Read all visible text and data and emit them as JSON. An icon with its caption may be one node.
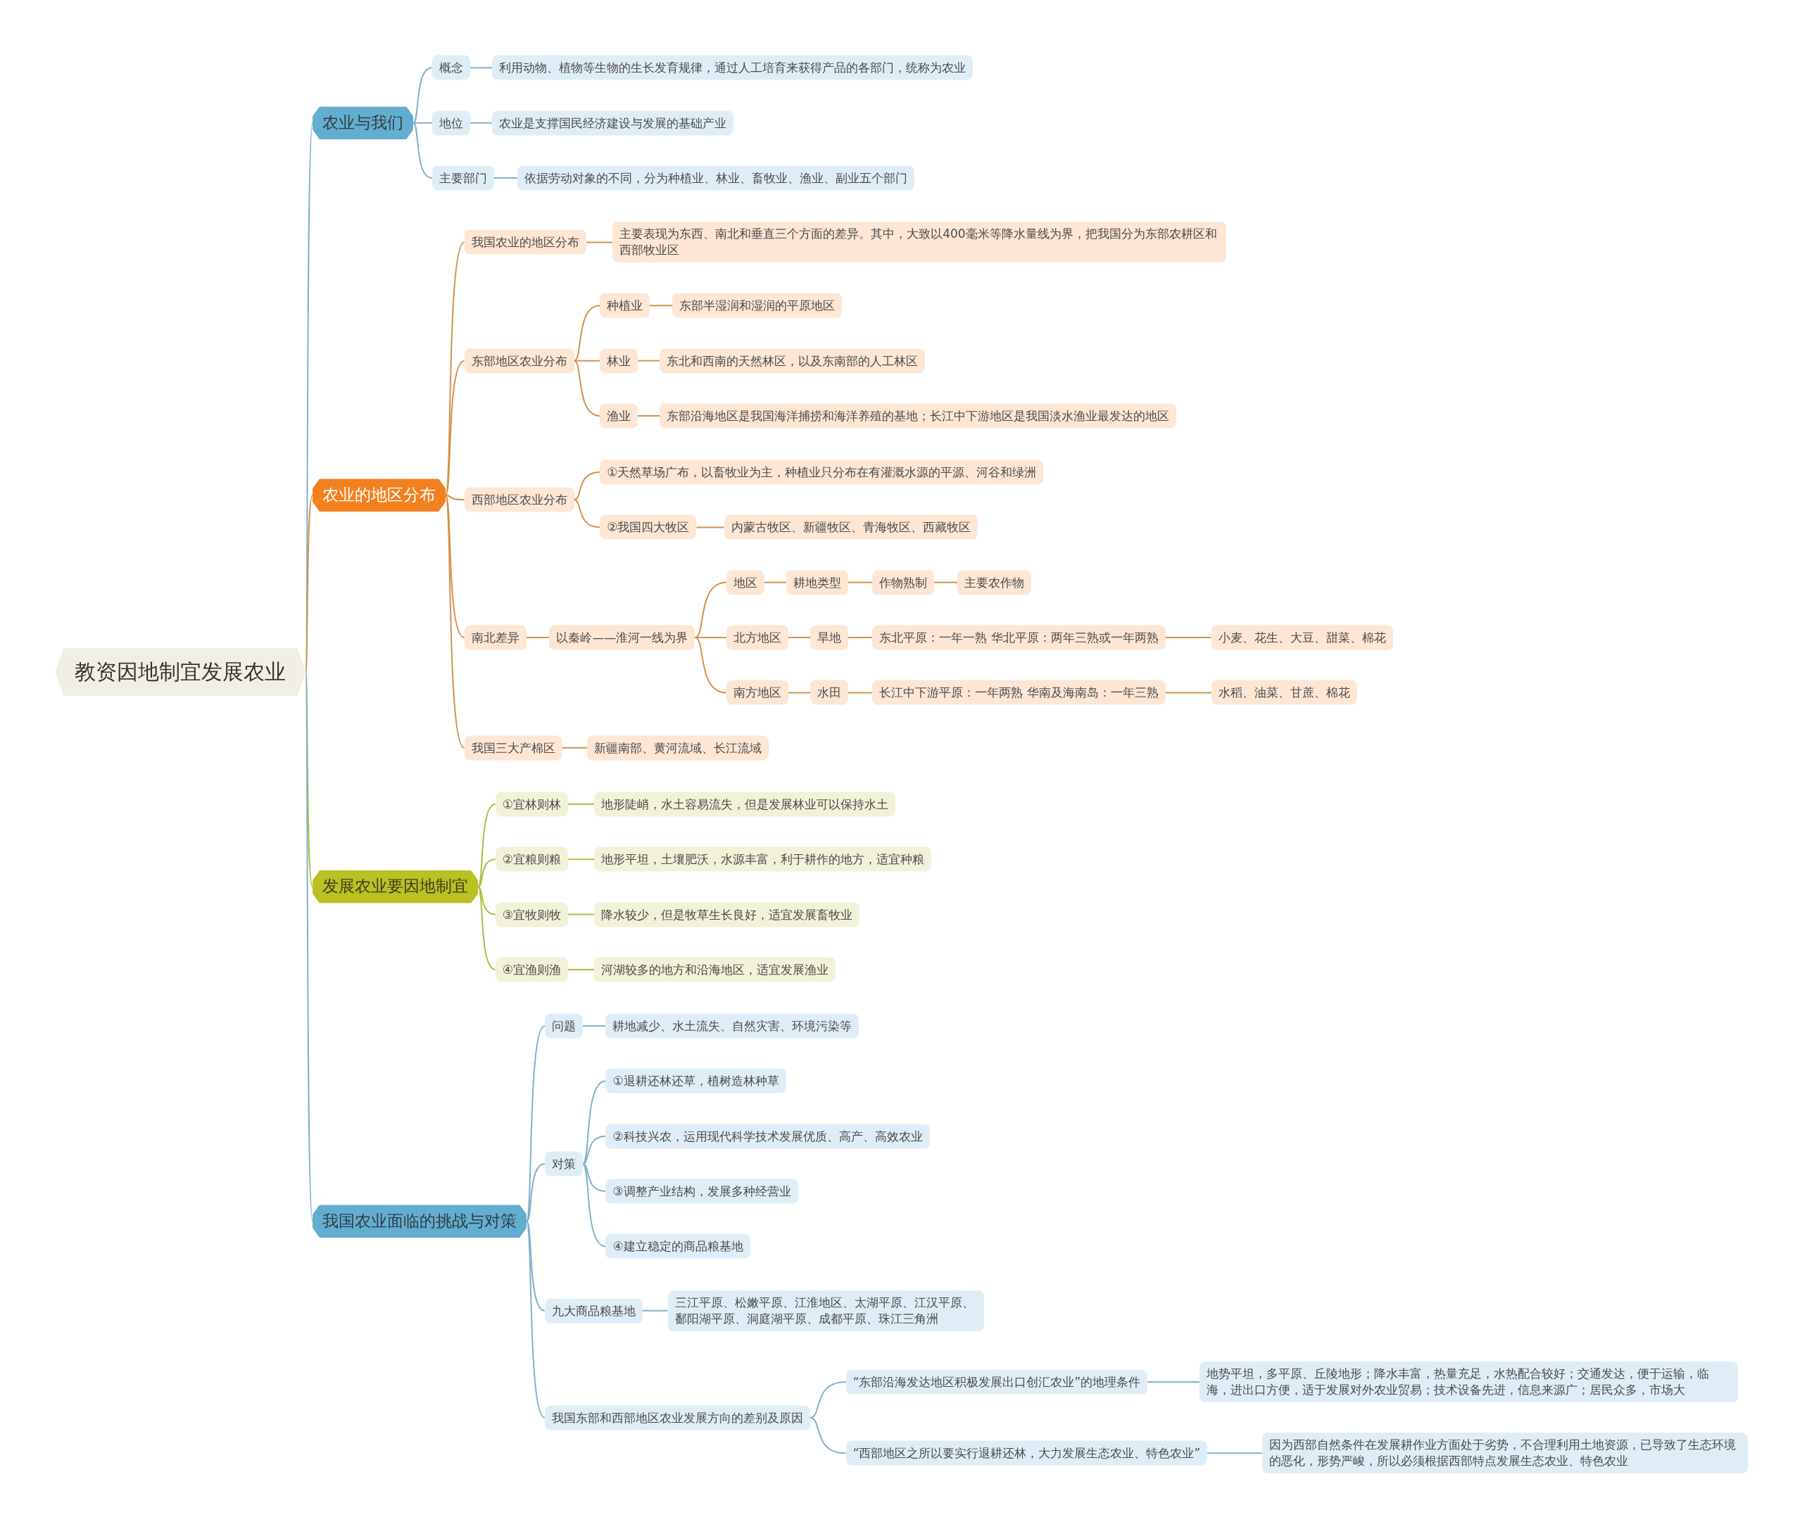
{
  "diagram": {
    "nodes": [
      {
        "text": [
          "教资因地制宜发展农业"
        ]
      },
      {
        "text": [
          "农业与我们"
        ]
      },
      {
        "text": [
          "概念"
        ]
      },
      {
        "text": [
          "利用动物、植物等生物的生长发育规律，通过人工培育来获得产品的各部门，统称为农业"
        ]
      },
      {
        "text": [
          "地位"
        ]
      },
      {
        "text": [
          "农业是支撑国民经济建设与发展的基础产业"
        ]
      },
      {
        "text": [
          "主要部门"
        ]
      },
      {
        "text": [
          "依据劳动对象的不同，分为种植业、林业、畜牧业、渔业、副业五个部门"
        ]
      },
      {
        "text": [
          "农业的地区分布"
        ]
      },
      {
        "text": [
          "我国农业的地区分布"
        ]
      },
      {
        "text": [
          "主要表现为东西、南北和垂直三个方面的差异。其中，大致以400毫米等降水量线为界，把我国分为东部农耕区和西部牧业区"
        ]
      },
      {
        "text": [
          "东部地区农业分布"
        ]
      },
      {
        "text": [
          "种植业"
        ]
      },
      {
        "text": [
          "东部半湿润和湿润的平原地区"
        ]
      },
      {
        "text": [
          "林业"
        ]
      },
      {
        "text": [
          "东北和西南的天然林区，以及东南部的人工林区"
        ]
      },
      {
        "text": [
          "渔业"
        ]
      },
      {
        "text": [
          "东部沿海地区是我国海洋捕捞和海洋养殖的基地；长江中下游地区是我国淡水渔业最发达的地区"
        ]
      },
      {
        "text": [
          "西部地区农业分布"
        ]
      },
      {
        "text": [
          "①天然草场广布，以畜牧业为主，种植业只分布在有灌溉水源的平源、河谷和绿洲"
        ]
      },
      {
        "text": [
          "②我国四大牧区"
        ]
      },
      {
        "text": [
          "内蒙古牧区、新疆牧区、青海牧区、西藏牧区"
        ]
      },
      {
        "text": [
          "南北差异"
        ]
      },
      {
        "text": [
          "以秦岭——淮河一线为界"
        ]
      },
      {
        "text": [
          "地区"
        ]
      },
      {
        "text": [
          "耕地类型"
        ]
      },
      {
        "text": [
          "作物熟制"
        ]
      },
      {
        "text": [
          "主要农作物"
        ]
      },
      {
        "text": [
          "北方地区"
        ]
      },
      {
        "text": [
          "旱地"
        ]
      },
      {
        "text": [
          "东北平原：一年一熟 华北平原：两年三熟或一年两熟"
        ]
      },
      {
        "text": [
          "小麦、花生、大豆、甜菜、棉花"
        ]
      },
      {
        "text": [
          "南方地区"
        ]
      },
      {
        "text": [
          "水田"
        ]
      },
      {
        "text": [
          "长江中下游平原：一年两熟 华南及海南岛：一年三熟"
        ]
      },
      {
        "text": [
          "水稻、油菜、甘蔗、棉花"
        ]
      },
      {
        "text": [
          "我国三大产棉区"
        ]
      },
      {
        "text": [
          "新疆南部、黄河流域、长江流域"
        ]
      },
      {
        "text": [
          "发展农业要因地制宜"
        ]
      },
      {
        "text": [
          "①宜林则林"
        ]
      },
      {
        "text": [
          "地形陡峭，水土容易流失，但是发展林业可以保持水土"
        ]
      },
      {
        "text": [
          "②宜粮则粮"
        ]
      },
      {
        "text": [
          "地形平坦，土壤肥沃，水源丰富，利于耕作的地方，适宜种粮"
        ]
      },
      {
        "text": [
          "③宜牧则牧"
        ]
      },
      {
        "text": [
          "降水较少，但是牧草生长良好，适宜发展畜牧业"
        ]
      },
      {
        "text": [
          "④宜渔则渔"
        ]
      },
      {
        "text": [
          "河湖较多的地方和沿海地区，适宜发展渔业"
        ]
      },
      {
        "text": [
          "我国农业面临的挑战与对策"
        ]
      },
      {
        "text": [
          "问题"
        ]
      },
      {
        "text": [
          "耕地减少、水土流失、自然灾害、环境污染等"
        ]
      },
      {
        "text": [
          "对策"
        ]
      },
      {
        "text": [
          "①退耕还林还草，植树造林种草"
        ]
      },
      {
        "text": [
          "②科技兴农，运用现代科学技术发展优质、高产、高效农业"
        ]
      },
      {
        "text": [
          "③调整产业结构，发展多种经营业"
        ]
      },
      {
        "text": [
          "④建立稳定的商品粮基地"
        ]
      },
      {
        "text": [
          "九大商品粮基地"
        ]
      },
      {
        "text": [
          "三江平原、松嫩平原、江淮地区、太湖平原、江汉平原、鄱阳湖平原、洞庭湖平原、成都平原、珠江三角洲"
        ]
      },
      {
        "text": [
          "我国东部和西部地区农业发展方向的差别及原因"
        ]
      },
      {
        "text": [
          "“东部沿海发达地区积极发展出口创汇农业”的地理条件"
        ]
      },
      {
        "text": [
          "地势平坦，多平原、丘陵地形；降水丰富，热量充足，水热配合较好；交通发达，便于运输，临海，进出口方便，适于发展对外农业贸易；技术设备先进，信息来源广；居民众多，市场大"
        ]
      },
      {
        "text": [
          "“西部地区之所以要实行退耕还林，大力发展生态农业、特色农业”"
        ]
      },
      {
        "text": [
          "因为西部自然条件在发展耕作业方面处于劣势，不合理利用土地资源，已导致了生态环境的恶化，形势严峻，所以必须根据西部特点发展生态农业、特色农业"
        ]
      }
    ],
    "edges": [
      {
        "from": 0,
        "to": 1,
        "arrow": "none",
        "color": "#7fb1c9"
      },
      {
        "from": 1,
        "to": 2,
        "arrow": "none",
        "color": "#7fb1c9"
      },
      {
        "from": 2,
        "to": 3,
        "arrow": "none",
        "color": "#7fb1c9"
      },
      {
        "from": 1,
        "to": 4,
        "arrow": "none",
        "color": "#7fb1c9"
      },
      {
        "from": 4,
        "to": 5,
        "arrow": "none",
        "color": "#7fb1c9"
      },
      {
        "from": 1,
        "to": 6,
        "arrow": "none",
        "color": "#7fb1c9"
      },
      {
        "from": 6,
        "to": 7,
        "arrow": "none",
        "color": "#7fb1c9"
      },
      {
        "from": 0,
        "to": 8,
        "arrow": "none"
      },
      {
        "from": 8,
        "to": 9,
        "arrow": "none"
      },
      {
        "from": 9,
        "to": 10,
        "arrow": "none"
      },
      {
        "from": 8,
        "to": 11,
        "arrow": "none"
      },
      {
        "from": 11,
        "to": 12,
        "arrow": "none"
      },
      {
        "from": 12,
        "to": 13,
        "arrow": "none"
      },
      {
        "from": 11,
        "to": 14,
        "arrow": "none"
      },
      {
        "from": 14,
        "to": 15,
        "arrow": "none"
      },
      {
        "from": 11,
        "to": 16,
        "arrow": "none"
      },
      {
        "from": 16,
        "to": 17,
        "arrow": "none"
      },
      {
        "from": 8,
        "to": 18,
        "arrow": "none"
      },
      {
        "from": 18,
        "to": 19,
        "arrow": "none"
      },
      {
        "from": 18,
        "to": 20,
        "arrow": "none"
      },
      {
        "from": 20,
        "to": 21,
        "arrow": "none"
      },
      {
        "from": 8,
        "to": 22,
        "arrow": "none"
      },
      {
        "from": 22,
        "to": 23,
        "arrow": "none"
      },
      {
        "from": 23,
        "to": 24,
        "arrow": "none"
      },
      {
        "from": 24,
        "to": 25,
        "arrow": "none"
      },
      {
        "from": 25,
        "to": 26,
        "arrow": "none"
      },
      {
        "from": 26,
        "to": 27,
        "arrow": "none"
      },
      {
        "from": 23,
        "to": 28,
        "arrow": "none"
      },
      {
        "from": 28,
        "to": 29,
        "arrow": "none"
      },
      {
        "from": 29,
        "to": 30,
        "arrow": "none"
      },
      {
        "from": 30,
        "to": 31,
        "arrow": "none"
      },
      {
        "from": 23,
        "to": 32,
        "arrow": "none"
      },
      {
        "from": 32,
        "to": 33,
        "arrow": "none"
      },
      {
        "from": 33,
        "to": 34,
        "arrow": "none"
      },
      {
        "from": 34,
        "to": 35,
        "arrow": "none"
      },
      {
        "from": 8,
        "to": 36,
        "arrow": "none"
      },
      {
        "from": 36,
        "to": 37,
        "arrow": "none"
      },
      {
        "from": 0,
        "to": 38,
        "arrow": "none",
        "color": "#b3bb3c"
      },
      {
        "from": 38,
        "to": 39,
        "arrow": "none",
        "color": "#b3bb3c"
      },
      {
        "from": 39,
        "to": 40,
        "arrow": "none",
        "color": "#b3bb3c"
      },
      {
        "from": 38,
        "to": 41,
        "arrow": "none",
        "color": "#b3bb3c"
      },
      {
        "from": 41,
        "to": 42,
        "arrow": "none",
        "color": "#b3bb3c"
      },
      {
        "from": 38,
        "to": 43,
        "arrow": "none",
        "color": "#b3bb3c"
      },
      {
        "from": 43,
        "to": 44,
        "arrow": "none",
        "color": "#b3bb3c"
      },
      {
        "from": 38,
        "to": 45,
        "arrow": "none",
        "color": "#b3bb3c"
      },
      {
        "from": 45,
        "to": 46,
        "arrow": "none",
        "color": "#b3bb3c"
      },
      {
        "from": 0,
        "to": 47,
        "arrow": "none",
        "color": "#7fb1c9"
      },
      {
        "from": 47,
        "to": 48,
        "arrow": "none",
        "color": "#7fb1c9"
      },
      {
        "from": 48,
        "to": 49,
        "arrow": "none",
        "color": "#7fb1c9"
      },
      {
        "from": 47,
        "to": 50,
        "arrow": "none",
        "color": "#7fb1c9"
      },
      {
        "from": 50,
        "to": 51,
        "arrow": "none",
        "color": "#7fb1c9"
      },
      {
        "from": 50,
        "to": 52,
        "arrow": "none",
        "color": "#7fb1c9"
      },
      {
        "from": 50,
        "to": 53,
        "arrow": "none",
        "color": "#7fb1c9"
      },
      {
        "from": 50,
        "to": 54,
        "arrow": "none",
        "color": "#7fb1c9"
      },
      {
        "from": 47,
        "to": 55,
        "arrow": "none",
        "color": "#7fb1c9"
      },
      {
        "from": 55,
        "to": 56,
        "arrow": "none",
        "color": "#7fb1c9"
      },
      {
        "from": 47,
        "to": 57,
        "arrow": "none",
        "color": "#7fb1c9"
      },
      {
        "from": 57,
        "to": 58,
        "arrow": "none",
        "color": "#7fb1c9"
      },
      {
        "from": 58,
        "to": 59,
        "arrow": "none",
        "color": "#7fb1c9"
      },
      {
        "from": 57,
        "to": 60,
        "arrow": "none",
        "color": "#7fb1c9"
      },
      {
        "from": 60,
        "to": 61,
        "arrow": "none",
        "color": "#7fb1c9"
      }
    ]
  }
}
